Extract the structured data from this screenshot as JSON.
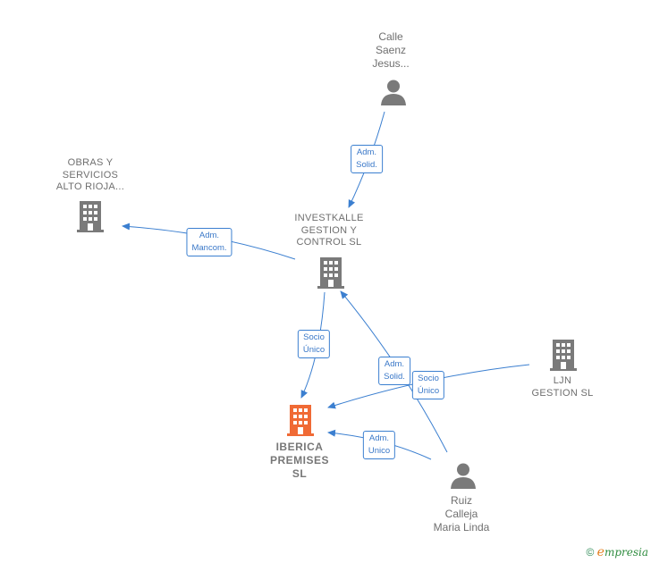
{
  "nodes": {
    "calle": {
      "lines": [
        "Calle",
        "Saenz",
        "Jesus..."
      ],
      "type": "person"
    },
    "obras": {
      "lines": [
        "OBRAS Y",
        "SERVICIOS",
        "ALTO RIOJA..."
      ],
      "type": "company"
    },
    "investkalle": {
      "lines": [
        "INVESTKALLE",
        "GESTION Y",
        "CONTROL  SL"
      ],
      "type": "company"
    },
    "ljn": {
      "lines": [
        "LJN",
        "GESTION  SL"
      ],
      "type": "company"
    },
    "iberica": {
      "lines": [
        "IBERICA",
        "PREMISES",
        "SL"
      ],
      "type": "company-focus"
    },
    "ruiz": {
      "lines": [
        "Ruiz",
        "Calleja",
        "Maria Linda"
      ],
      "type": "person"
    }
  },
  "edge_labels": {
    "calle_investkalle": [
      "Adm.",
      "Solid."
    ],
    "investkalle_obras": [
      "Adm.",
      "Mancom."
    ],
    "investkalle_iberica": [
      "Socio",
      "Único"
    ],
    "ruiz_investkalle": [
      "Adm.",
      "Solid."
    ],
    "ljn_iberica": [
      "Socio",
      "Único"
    ],
    "ruiz_iberica": [
      "Adm.",
      "Unico"
    ]
  },
  "colors": {
    "edge": "#3b7fd0",
    "icon": "#7a7a7a",
    "focus_icon": "#f06a35"
  },
  "footer": {
    "copyright": "©",
    "brand_first": "e",
    "brand_rest": "mpresia"
  }
}
